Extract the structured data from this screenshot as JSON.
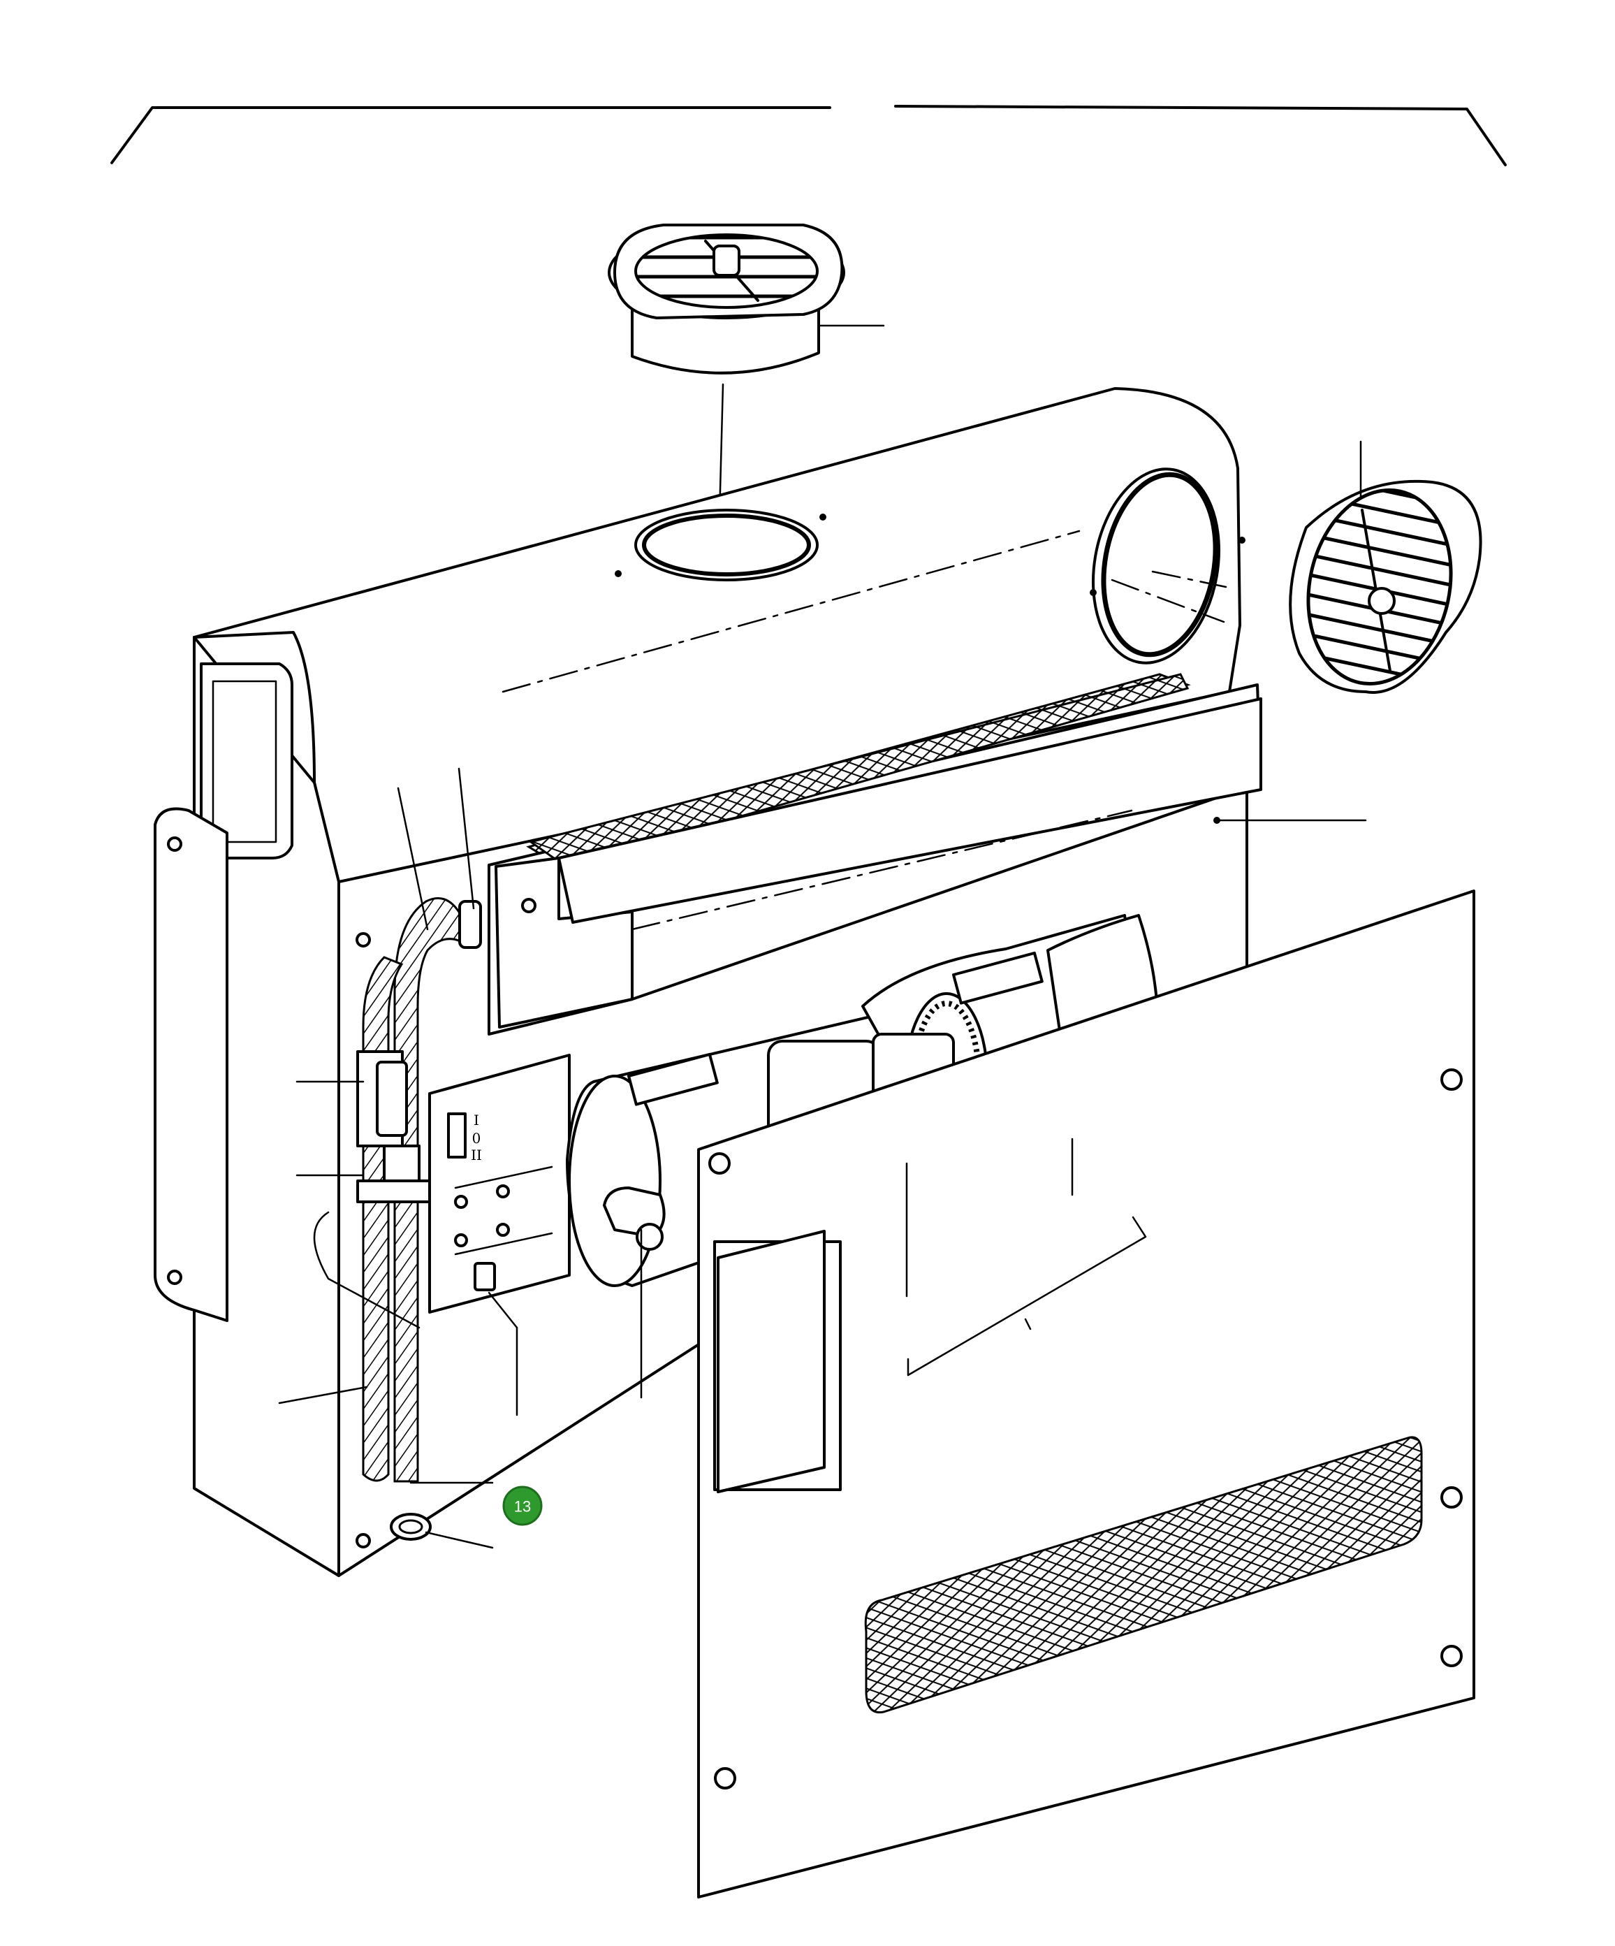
{
  "hotspot": {
    "number": "13",
    "color": "#2e9a2e"
  },
  "switch_panel": {
    "position_labels": [
      "I",
      "0",
      "II"
    ]
  }
}
